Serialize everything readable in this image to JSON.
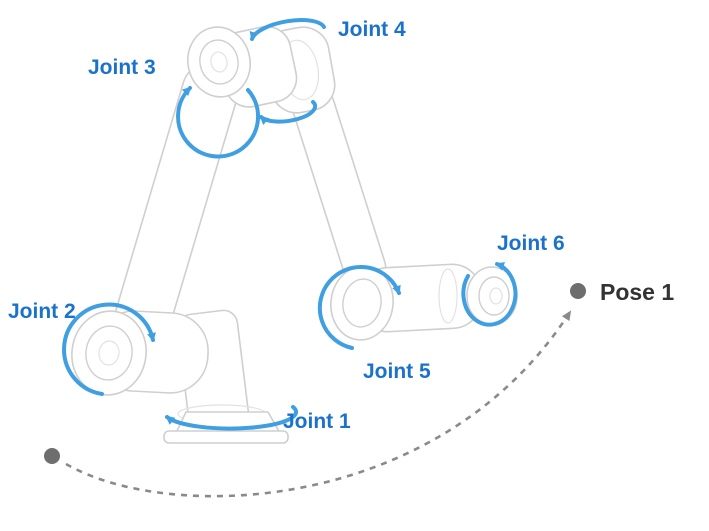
{
  "diagram": {
    "labels": {
      "joint1": "Joint 1",
      "joint2": "Joint 2",
      "joint3": "Joint 3",
      "joint4": "Joint 4",
      "joint5": "Joint 5",
      "joint6": "Joint 6",
      "pose": "Pose 1"
    },
    "icons": {
      "rotation_arrow": "circular-arrow",
      "trajectory": "dashed-curved-arrow",
      "waypoint": "filled-dot"
    },
    "colors": {
      "joint_label_text": "#1b72cc",
      "rotation_arrow": "#3f9fe0",
      "robot_outline": "#cfcfcf",
      "robot_outline_light": "#e2e2e2",
      "trajectory": "#8a8a8a",
      "waypoint_dot": "#6e6e6e",
      "pose_label_text": "#333333",
      "background": "#ffffff"
    }
  }
}
